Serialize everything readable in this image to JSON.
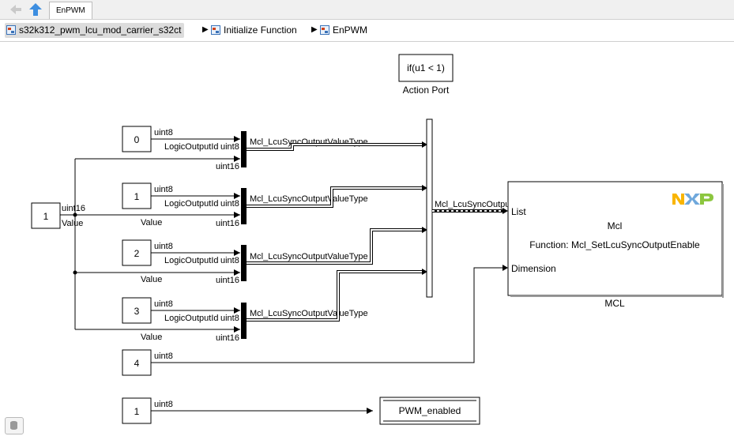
{
  "toolbar": {
    "back_icon": "back-arrow-icon",
    "up_icon": "up-arrow-icon",
    "tab_label": "EnPWM"
  },
  "breadcrumb": {
    "items": [
      "s32k312_pwm_lcu_mod_carrier_s32ct",
      "Initialize Function",
      "EnPWM"
    ],
    "separator": "▶"
  },
  "diagram": {
    "action_port": {
      "expr": "if(u1 < 1)",
      "label": "Action Port"
    },
    "value_block": {
      "value": "1",
      "out_type": "uint16",
      "port_label": "Value"
    },
    "consts": [
      {
        "value": "0",
        "type": "uint8"
      },
      {
        "value": "1",
        "type": "uint8"
      },
      {
        "value": "2",
        "type": "uint8"
      },
      {
        "value": "3",
        "type": "uint8"
      }
    ],
    "bus_creators": [
      {
        "in1": "LogicOutputId",
        "in1_type": "uint8",
        "in2": "",
        "in2_type": "uint16",
        "out": "Mcl_LcuSyncOutputValueType"
      },
      {
        "in1": "LogicOutputId",
        "in1_type": "uint8",
        "in2": "Value",
        "in2_type": "uint16",
        "out": "Mcl_LcuSyncOutputValueType"
      },
      {
        "in1": "LogicOutputId",
        "in1_type": "uint8",
        "in2": "Value",
        "in2_type": "uint16",
        "out": "Mcl_LcuSyncOutputValueType"
      },
      {
        "in1": "LogicOutputId",
        "in1_type": "uint8",
        "in2": "Value",
        "in2_type": "uint16",
        "out": "Mcl_LcuSyncOutputValueType"
      }
    ],
    "mux_out_label": "Mcl_LcuSyncOutputValueType",
    "dim_const": {
      "value": "4",
      "type": "uint8"
    },
    "mcl_block": {
      "title": "Mcl",
      "function": "Function: Mcl_SetLcuSyncOutputEnable",
      "port_list": "List",
      "port_dimension": "Dimension",
      "name": "MCL",
      "logo": "NXP"
    },
    "bottom_const": {
      "value": "1",
      "type": "uint8"
    },
    "goto_block": {
      "tag": "PWM_enabled"
    }
  },
  "colors": {
    "line": "#000000",
    "block_border": "#000000",
    "mux_fill": "#000000",
    "nxp_yellow": "#f9b500",
    "nxp_blue": "#6fa8dc",
    "nxp_green": "#8cc63f"
  }
}
